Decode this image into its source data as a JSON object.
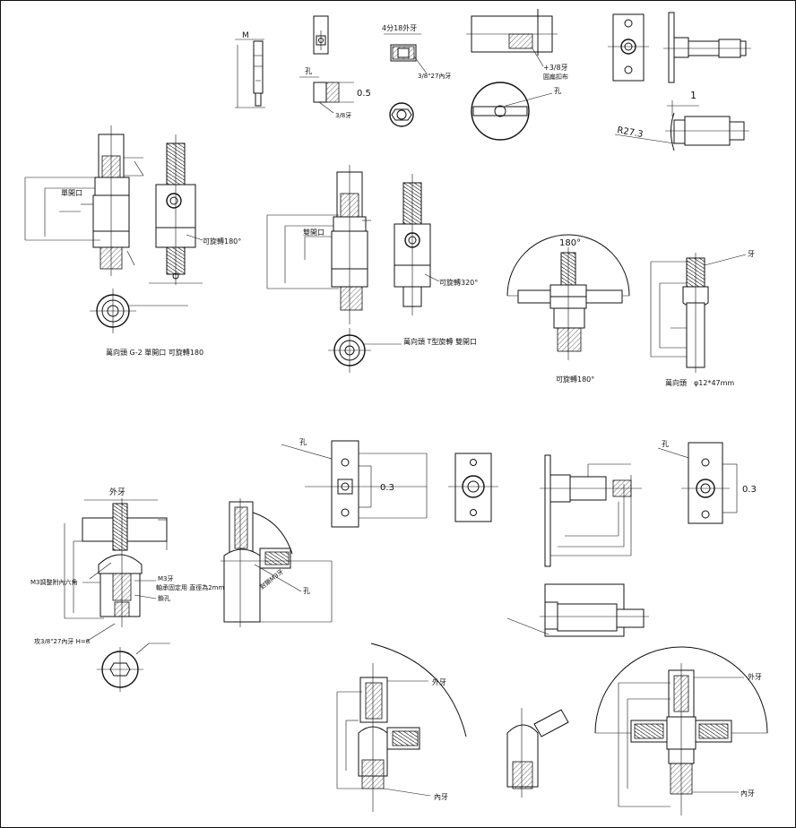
{
  "labels": {
    "m": "M",
    "four_fen_18": "4分18外牙",
    "three_eighth_27_inner": "3/8\"27內牙",
    "hole_top": "孔",
    "half_inner": "3/8牙",
    "dim_0_5": "0.5",
    "plus_3_8_thread": "+3/8牙",
    "flat_guide": "圓扁扣布",
    "hole_disc": "孔",
    "dim_1": "1",
    "r27_3": "R27.3",
    "single_open": "單開口",
    "rotate_180": "可旋轉180°",
    "double_open": "雙開口",
    "rotate_320": "可旋轉320°",
    "caption_g2": "萬向頭 G-2 單開口 可旋轉180",
    "caption_t_type": "萬向頭 T型旋轉 雙開口",
    "angle_180": "180°",
    "outer_thread_right": "牙",
    "caption_rot180": "可旋轉180°",
    "caption_phi": "萬向頭　φ12*47mm",
    "outer_thread": "外牙",
    "m3_hex": "M3調整附內六角",
    "m3_thread": "M3牙",
    "bearing_note": "軸承固定用 直徑為2mm",
    "lock_hole": "鎖孔",
    "tap_note": "攻3/8\"27內牙 H=8",
    "m3_screw": "對鎖M3牙",
    "hole_mid": "孔",
    "hole_br1": "孔",
    "dim_0_3_a": "0.3",
    "hole_br2": "孔",
    "dim_0_3_b": "0.3",
    "outer_thread_b1": "外牙",
    "inner_thread_b1": "內牙",
    "outer_thread_b2": "外牙",
    "inner_thread_b2": "內牙"
  }
}
